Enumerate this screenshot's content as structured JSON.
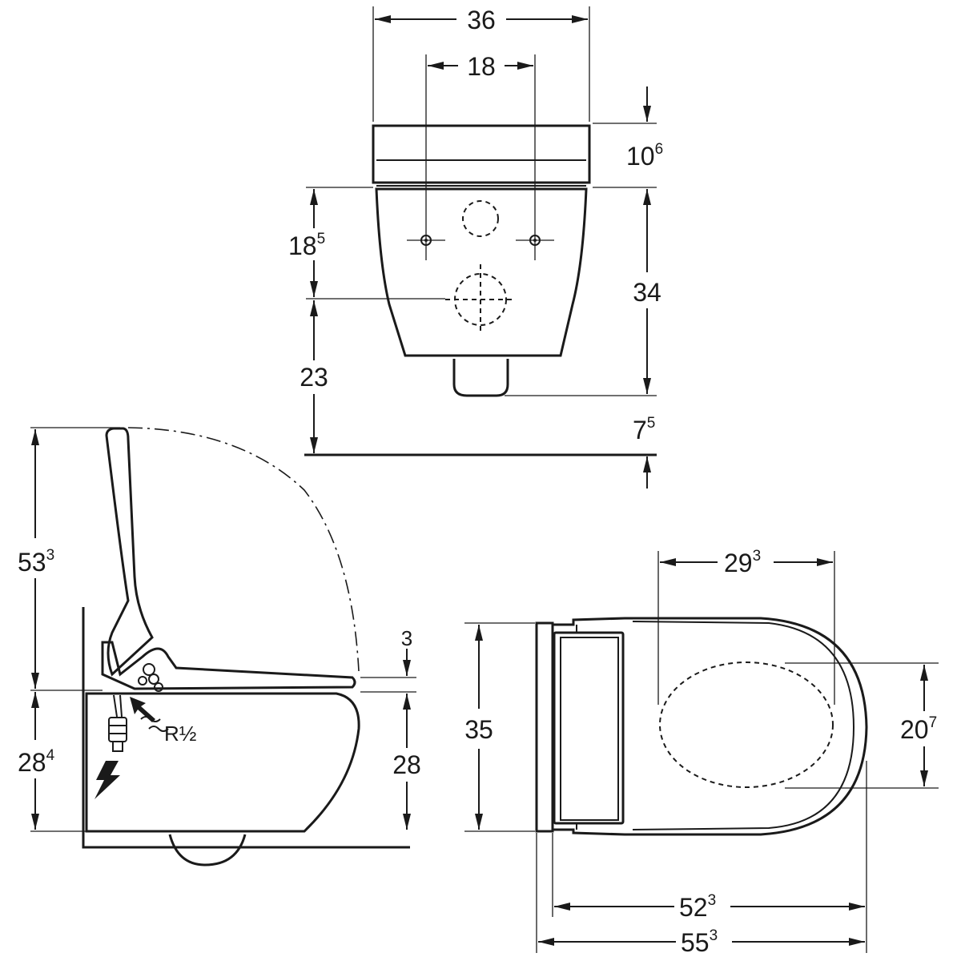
{
  "front_view": {
    "width_main": "36",
    "width_fix": "18",
    "seat_height": "10",
    "seat_height_sup": "6",
    "fix_to_top": "18",
    "fix_to_top_sup": "5",
    "body_height": "34",
    "outlet_height": "23",
    "floor_gap": "7",
    "floor_gap_sup": "5"
  },
  "side_view": {
    "lid_height": "53",
    "lid_height_sup": "3",
    "body_height": "28",
    "body_height_sup": "4",
    "seat_thickness": "3",
    "rim_height": "28",
    "water_connection": "R½"
  },
  "top_view": {
    "bowl_width": "29",
    "bowl_width_sup": "3",
    "depth_width": "35",
    "opening_width": "20",
    "opening_width_sup": "7",
    "length_inner": "52",
    "length_inner_sup": "3",
    "length_total": "55",
    "length_total_sup": "3"
  }
}
